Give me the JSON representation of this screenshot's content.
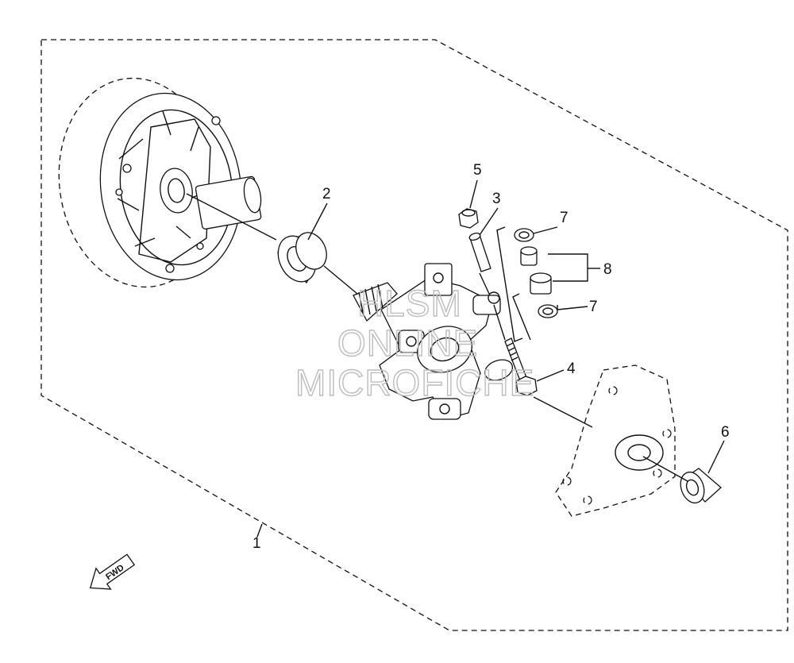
{
  "callouts": {
    "c1": "1",
    "c2": "2",
    "c3": "3",
    "c4": "4",
    "c5": "5",
    "c6": "6",
    "c7a": "7",
    "c7b": "7",
    "c8": "8"
  },
  "fwd_label": "FWD",
  "watermark": {
    "line1": "HLSM",
    "line2": "ONLINE",
    "line3": "MICROFICHE"
  }
}
